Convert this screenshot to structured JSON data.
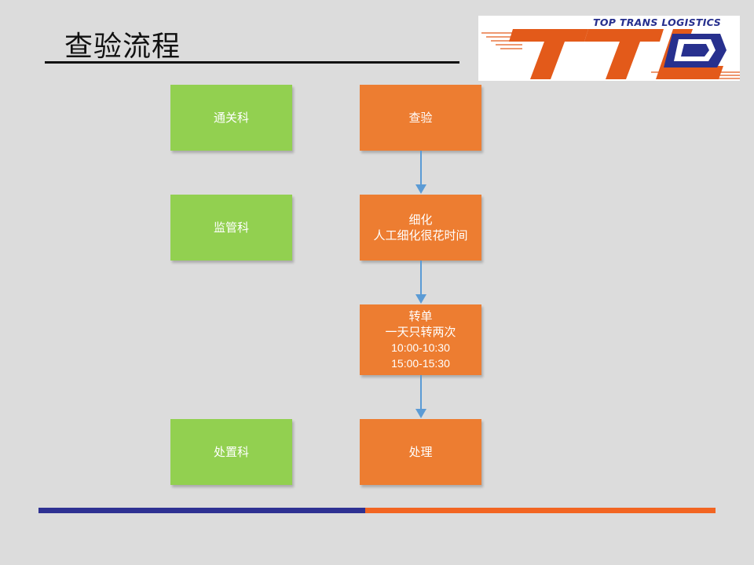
{
  "slide": {
    "title": "查验流程"
  },
  "logo": {
    "tagline": "TOP TRANS LOGISTICS",
    "mark": "TTL"
  },
  "departments": [
    {
      "label": "通关科"
    },
    {
      "label": "监管科"
    },
    {
      "label": "处置科"
    }
  ],
  "process_steps": [
    {
      "lines": [
        "查验"
      ]
    },
    {
      "lines": [
        "细化",
        "人工细化很花时间"
      ]
    },
    {
      "lines": [
        "转单",
        "一天只转两次",
        "10:00-10:30",
        "15:00-15:30"
      ]
    },
    {
      "lines": [
        "处理"
      ]
    }
  ],
  "colors": {
    "department_box": "#92d050",
    "process_box": "#ed7d31",
    "arrow": "#5b9bd5",
    "footer_left": "#2e3192",
    "footer_right": "#f26522",
    "logo_orange": "#e35a1a",
    "logo_blue": "#27308e"
  }
}
